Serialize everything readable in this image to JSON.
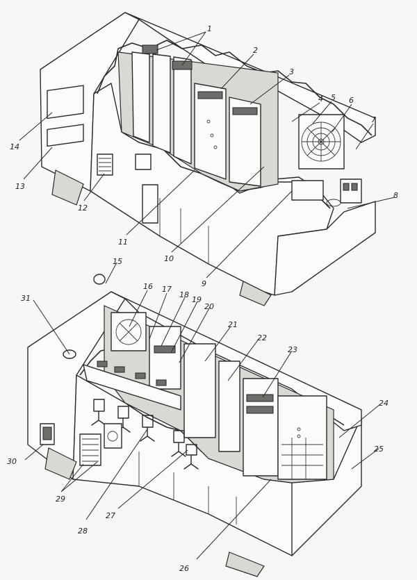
{
  "callouts": [
    {
      "id": "c1",
      "text": "1"
    },
    {
      "id": "c2",
      "text": "2"
    },
    {
      "id": "c3",
      "text": "3"
    },
    {
      "id": "c4",
      "text": "4"
    },
    {
      "id": "c5",
      "text": "5"
    },
    {
      "id": "c6",
      "text": "6"
    },
    {
      "id": "c7",
      "text": "7"
    },
    {
      "id": "c8",
      "text": "8"
    },
    {
      "id": "c9",
      "text": "9"
    },
    {
      "id": "c10",
      "text": "10"
    },
    {
      "id": "c11",
      "text": "11"
    },
    {
      "id": "c12",
      "text": "12"
    },
    {
      "id": "c13",
      "text": "13"
    },
    {
      "id": "c14",
      "text": "14"
    },
    {
      "id": "c15",
      "text": "15"
    },
    {
      "id": "c16",
      "text": "16"
    },
    {
      "id": "c17",
      "text": "17"
    },
    {
      "id": "c18",
      "text": "18"
    },
    {
      "id": "c19",
      "text": "19"
    },
    {
      "id": "c20",
      "text": "20"
    },
    {
      "id": "c21",
      "text": "21"
    },
    {
      "id": "c22",
      "text": "22"
    },
    {
      "id": "c23",
      "text": "23"
    },
    {
      "id": "c24",
      "text": "24"
    },
    {
      "id": "c25",
      "text": "25"
    },
    {
      "id": "c26",
      "text": "26"
    },
    {
      "id": "c27",
      "text": "27"
    },
    {
      "id": "c28",
      "text": "28"
    },
    {
      "id": "c29",
      "text": "29"
    },
    {
      "id": "c30",
      "text": "30"
    },
    {
      "id": "c31",
      "text": "31"
    }
  ]
}
